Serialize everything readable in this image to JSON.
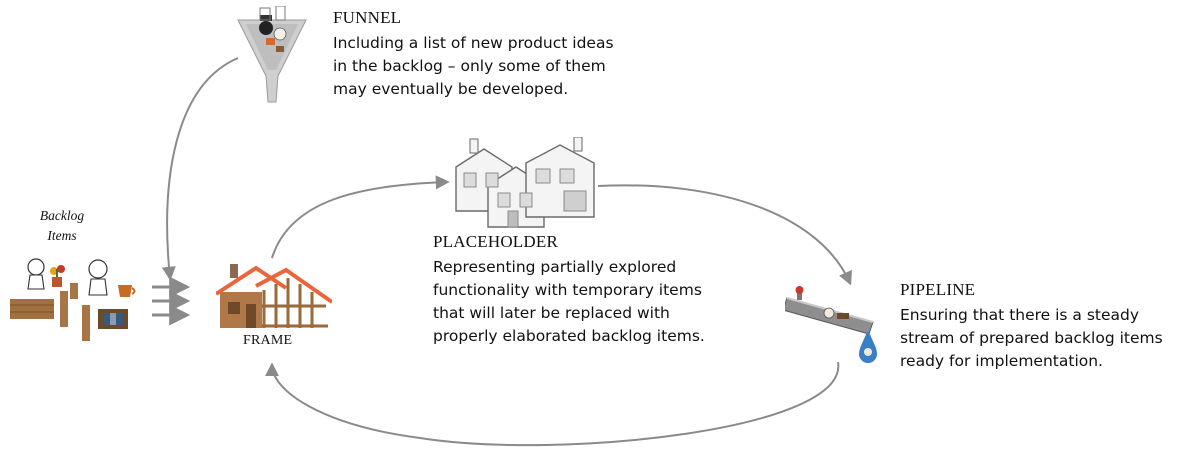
{
  "backlog": {
    "label_line1": "Backlog",
    "label_line2": "Items"
  },
  "funnel": {
    "title": "FUNNEL",
    "lines": [
      "Including a list of new product ideas",
      "in the backlog – only some of them",
      "may eventually be developed."
    ]
  },
  "frame": {
    "title": "FRAME"
  },
  "placeholder": {
    "title": "PLACEHOLDER",
    "lines": [
      "Representing partially explored",
      "functionality with temporary items",
      "that will later be replaced with",
      "properly elaborated backlog items."
    ]
  },
  "pipeline": {
    "title": "PIPELINE",
    "lines": [
      "Ensuring that there is a steady",
      "stream of prepared backlog items",
      "ready for implementation."
    ]
  },
  "colors": {
    "arrow": "#8a8a8a",
    "roof": "#e8663a",
    "wood": "#9a6a3a",
    "drop": "#3a7fc6"
  }
}
